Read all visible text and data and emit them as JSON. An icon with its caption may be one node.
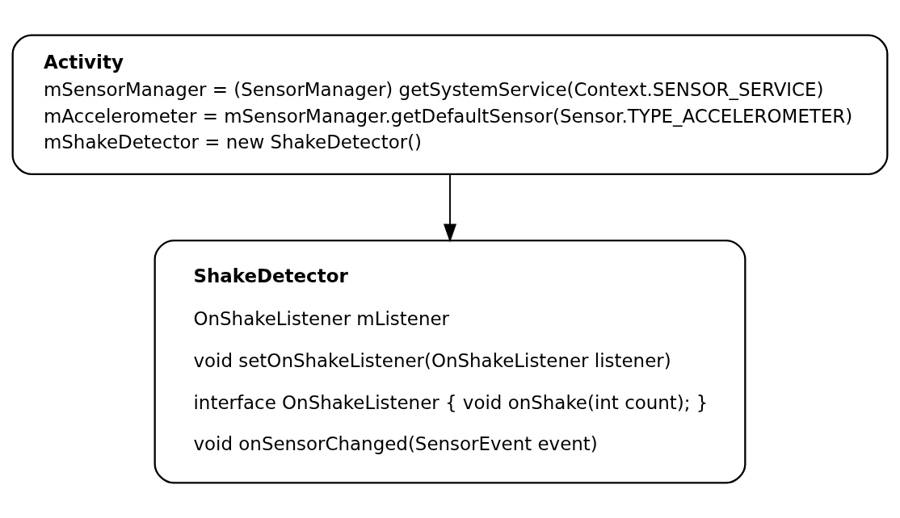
{
  "diagram": {
    "nodes": [
      {
        "text": [
          "Activity",
          "mSensorManager = (SensorManager) getSystemService(Context.SENSOR_SERVICE)",
          "mAccelerometer = mSensorManager.getDefaultSensor(Sensor.TYPE_ACCELEROMETER)",
          "mShakeDetector = new ShakeDetector()"
        ]
      },
      {
        "text": [
          "ShakeDetector",
          "OnShakeListener mListener",
          "void setOnShakeListener(OnShakeListener listener)",
          "interface OnShakeListener { void onShake(int count); }",
          "void onSensorChanged(SensorEvent event)"
        ]
      }
    ],
    "edges": [
      {
        "from": 0,
        "to": 1,
        "arrow": "to"
      }
    ]
  }
}
